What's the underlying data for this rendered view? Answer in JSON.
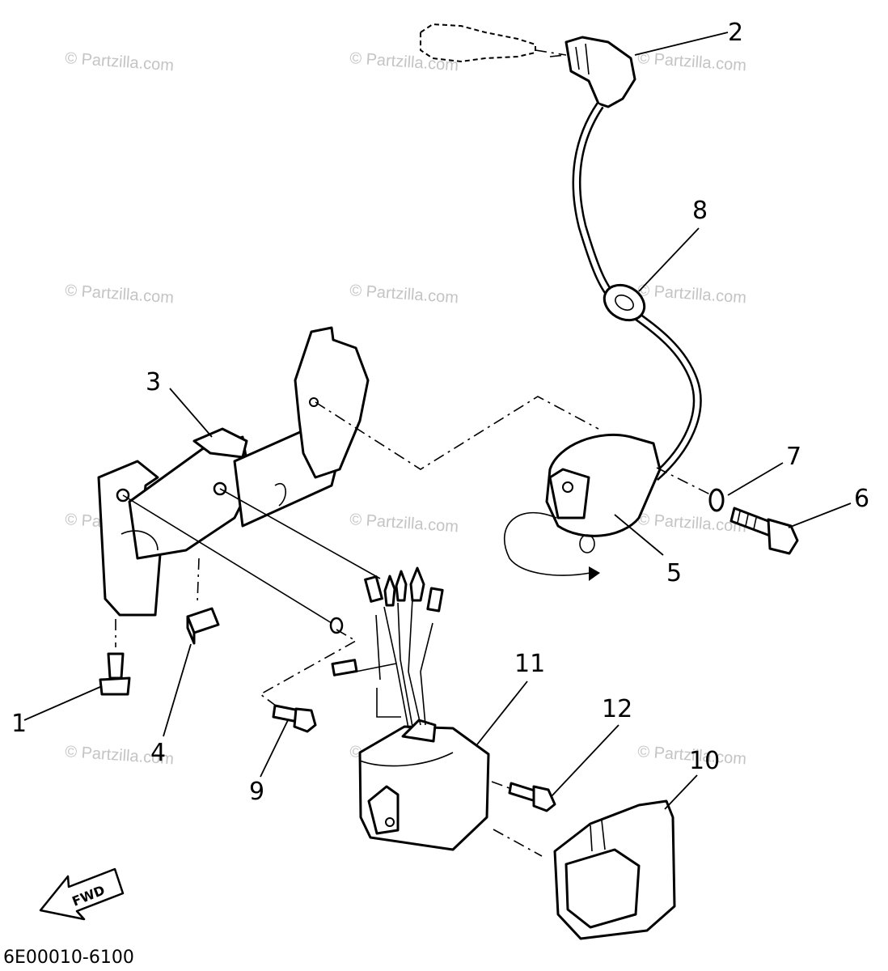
{
  "diagram_code": "6E00010-6100",
  "direction_label": "FWD",
  "watermark": "© Partzilla.com",
  "callouts": [
    {
      "id": "c1",
      "text": "1"
    },
    {
      "id": "c2",
      "text": "2"
    },
    {
      "id": "c3",
      "text": "3"
    },
    {
      "id": "c4",
      "text": "4"
    },
    {
      "id": "c5",
      "text": "5"
    },
    {
      "id": "c6",
      "text": "6"
    },
    {
      "id": "c7",
      "text": "7"
    },
    {
      "id": "c8",
      "text": "8"
    },
    {
      "id": "c9",
      "text": "9"
    },
    {
      "id": "c10",
      "text": "10"
    },
    {
      "id": "c11",
      "text": "11"
    },
    {
      "id": "c12",
      "text": "12"
    }
  ],
  "icons": [
    "spark-plug-icon",
    "plug-cap-icon",
    "ignition-coil-icon",
    "cdi-unit-icon",
    "bracket-icon",
    "bolt-icon",
    "washer-icon",
    "grommet-icon",
    "damper-icon",
    "cover-icon",
    "fwd-arrow-icon"
  ]
}
